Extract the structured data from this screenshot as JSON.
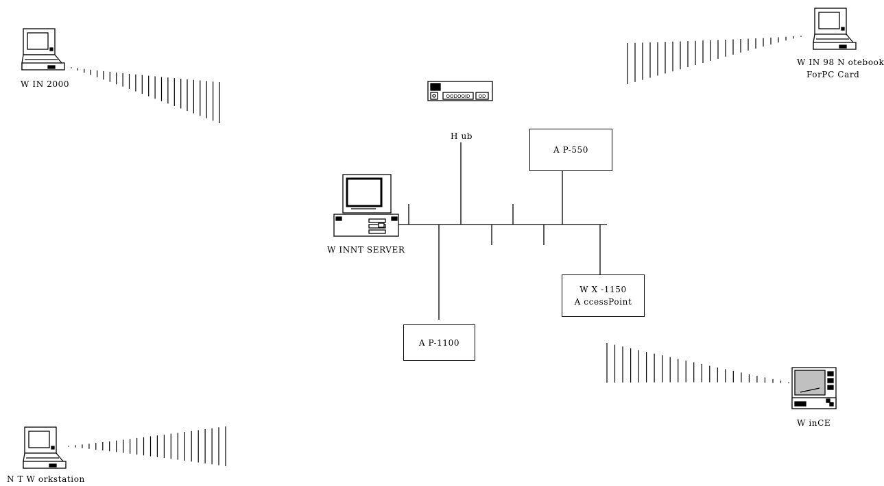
{
  "nodes": {
    "win2000": {
      "label": "W IN 2000"
    },
    "win98": {
      "label_line1": "W IN 98 N otebook",
      "label_line2": "ForPC Card"
    },
    "nt_workstation": {
      "label": "N T W orkstation"
    },
    "wince": {
      "label": "W inCE"
    },
    "server": {
      "label": "W INNT SERVER"
    },
    "hub": {
      "label": "H ub"
    },
    "ap550": {
      "label": "A P-550"
    },
    "ap1100": {
      "label": "A P-1100"
    },
    "wx1150": {
      "label_line1": "W X -1150",
      "label_line2": "A ccessPoint"
    }
  },
  "colors": {
    "line": "#000000",
    "background": "#ffffff",
    "screen": "#c0c0c0"
  }
}
